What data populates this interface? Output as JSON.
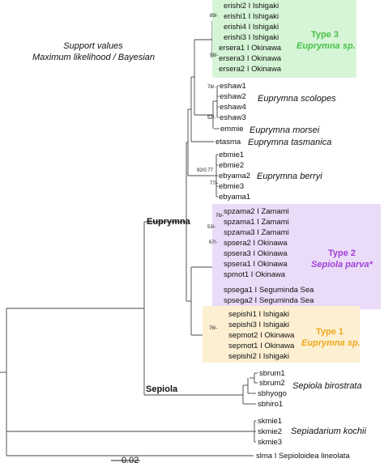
{
  "note": {
    "line1": "Support values",
    "line2": "Maximum likelihood / Bayesian"
  },
  "leaves": [
    "erishi2 I Ishigaki",
    "erishi1 I Ishigaki",
    "erishi4 I Ishigaki",
    "erishi3 I Ishigaki",
    "ersera1 I Okinawa",
    "ersera3 I Okinawa",
    "ersera2 I Okinawa",
    "eshaw1",
    "eshaw2",
    "eshaw4",
    "eshaw3",
    "emmie",
    "etasma",
    "ebmie1",
    "ebmie2",
    "ebyama2",
    "ebmie3",
    "ebyama1",
    "spzama2 I Zamami",
    "spzama1 I Zamami",
    "spzama3 I Zamami",
    "spsera2 I Okinawa",
    "spsera3 I Okinawa",
    "spsera1 I Okinawa",
    "spmot1 I Okinawa",
    "spsega1 I Seguminda Sea",
    "spsega2 I Seguminda Sea",
    "sepishi1 I Ishigaki",
    "sepishi3 I Ishigaki",
    "sepmot2 I Okinawa",
    "sepmot1 I Okinawa",
    "sepishi2 I Ishigaki",
    "sbrum1",
    "sbrum2",
    "sbhyogo",
    "sbhiro1",
    "skmie1",
    "skmie2",
    "skmie3",
    "slma I Sepioloidea lineolata"
  ],
  "species": [
    "Euprymna scolopes",
    "Euprymna morsei",
    "Euprymna tasmanica",
    "Euprymna berryi",
    "Sepiola birostrata",
    "Sepiadarium kochii"
  ],
  "support": [
    "89/-",
    "98/-",
    "78/-",
    "52/-",
    "92/0.77",
    "77/-",
    "76/-",
    "53/-",
    "67/-",
    "76/-"
  ],
  "clades": {
    "euprymna": "Euprymna",
    "sepiola": "Sepiola"
  },
  "types": [
    {
      "label": "Type 3",
      "name": "Euprymna sp.",
      "color": "#48c048",
      "fill": "#d6f5d6"
    },
    {
      "label": "Type 2",
      "name": "Sepiola parva*",
      "color": "#a040d8",
      "fill": "#eadcf8"
    },
    {
      "label": "Type 1",
      "name": "Euprymna sp.",
      "color": "#f0a81c",
      "fill": "#fcefd2"
    }
  ],
  "scale_label": "0.02"
}
